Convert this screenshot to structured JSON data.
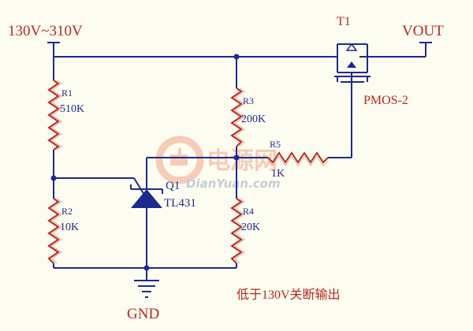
{
  "diagram": {
    "input_label": "130V~310V",
    "output_label": "VOUT",
    "ground_label": "GND",
    "note": "低于130V关断输出",
    "components": {
      "r1": {
        "ref": "R1",
        "value": "510K"
      },
      "r2": {
        "ref": "R2",
        "value": "10K"
      },
      "r3": {
        "ref": "R3",
        "value": "200K"
      },
      "r4": {
        "ref": "R4",
        "value": "20K"
      },
      "r5": {
        "ref": "R5",
        "value": "1K"
      },
      "q1": {
        "ref": "Q1",
        "value": "TL431"
      },
      "t1": {
        "ref": "T1",
        "value": "PMOS-2"
      }
    }
  },
  "watermark": {
    "cn_text": "电源网",
    "url_text": "DianYuan.com"
  },
  "colors": {
    "wire": "#1c2a8f",
    "component": "#b52a1e",
    "background": "#fdfcf0",
    "watermark": "#f0a58a"
  }
}
